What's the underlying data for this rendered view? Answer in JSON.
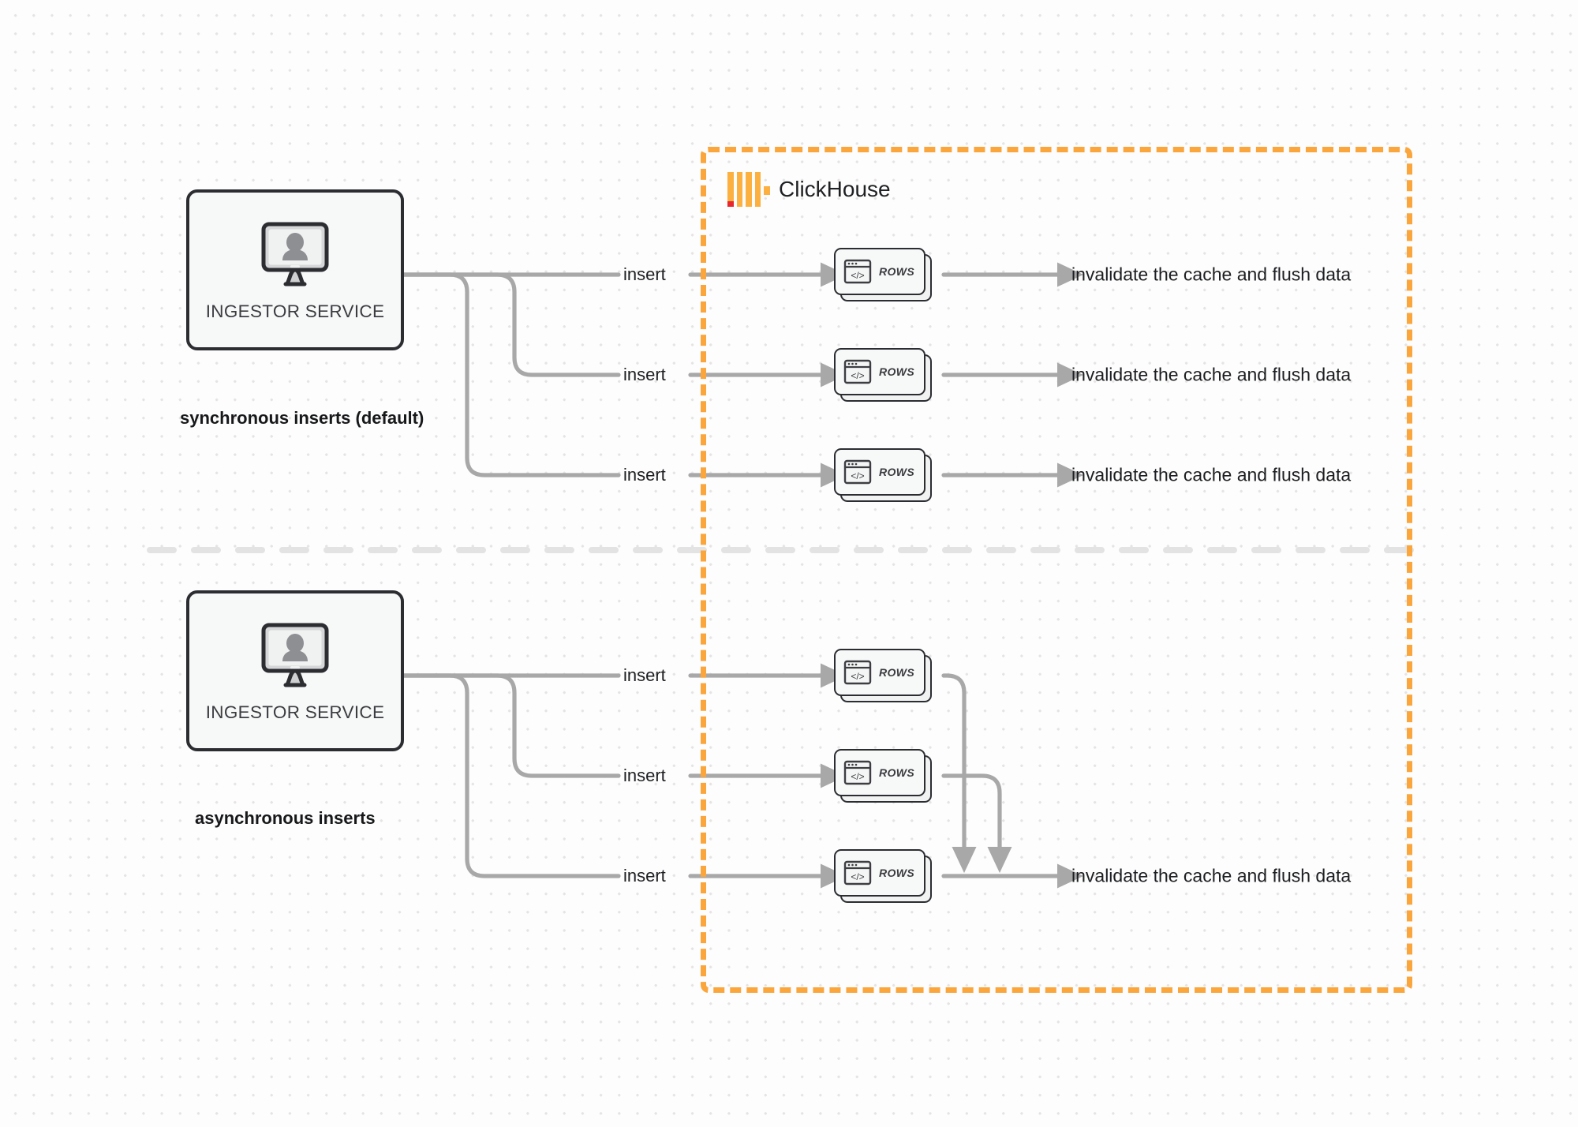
{
  "diagram": {
    "title": "ClickHouse synchronous vs asynchronous inserts",
    "background": "#fdfdfd",
    "accent_color": "#faa63d",
    "edge_color": "#a8a8a8",
    "node_border_color": "#2b2d31"
  },
  "clickhouse": {
    "brand_name": "ClickHouse",
    "logo_name": "clickhouse-logo",
    "boundary_style": "dashed",
    "boundary_color": "#faa63d"
  },
  "sections": [
    {
      "id": "synchronous",
      "caption": "synchronous inserts (default)",
      "service": {
        "label": "INGESTOR SERVICE",
        "icon": "monitor-user-icon"
      },
      "rows": [
        {
          "edge_label": "insert",
          "card_label": "ROWS",
          "card_icon": "code-window-icon",
          "sink_label": "invalidate the cache and flush data"
        },
        {
          "edge_label": "insert",
          "card_label": "ROWS",
          "card_icon": "code-window-icon",
          "sink_label": "invalidate the cache and flush data"
        },
        {
          "edge_label": "insert",
          "card_label": "ROWS",
          "card_icon": "code-window-icon",
          "sink_label": "invalidate the cache and flush data"
        }
      ]
    },
    {
      "id": "asynchronous",
      "caption": "asynchronous inserts",
      "service": {
        "label": "INGESTOR SERVICE",
        "icon": "monitor-user-icon"
      },
      "rows": [
        {
          "edge_label": "insert",
          "card_label": "ROWS",
          "card_icon": "code-window-icon"
        },
        {
          "edge_label": "insert",
          "card_label": "ROWS",
          "card_icon": "code-window-icon"
        },
        {
          "edge_label": "insert",
          "card_label": "ROWS",
          "card_icon": "code-window-icon",
          "sink_label": "invalidate the cache and flush data"
        }
      ]
    }
  ],
  "divider": {
    "name": "section-divider",
    "style": "dashed",
    "color": "#e2e2e2"
  }
}
